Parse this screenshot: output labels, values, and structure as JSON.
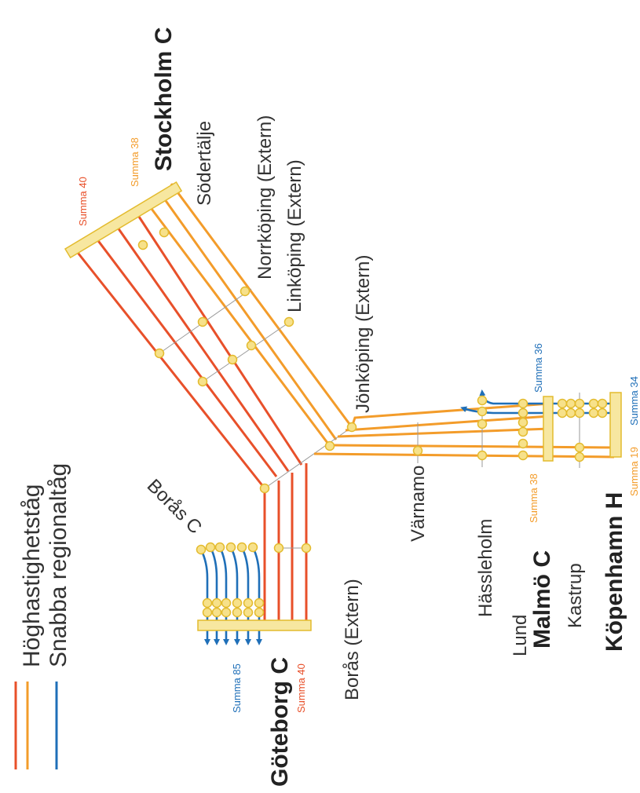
{
  "legend": {
    "items": [
      {
        "label": "Höghastighetståg",
        "colors": [
          "#e8502a",
          "#f39c2a"
        ]
      },
      {
        "label": "Snabba regionaltåg",
        "colors": [
          "#1f6fb8"
        ]
      }
    ]
  },
  "colors": {
    "high_speed": "#e8502a",
    "regional_fast": "#f39c2a",
    "regional": "#1f6fb8",
    "node_fill": "#f7e18a",
    "node_stroke": "#e3bb2e",
    "terminal_fill": "#f7e7a0"
  },
  "stations": {
    "stockholm": "Stockholm C",
    "sodertalje": "Södertälje",
    "norrkoping": "Norrköping (Extern)",
    "linkoping": "Linköping (Extern)",
    "jonkoping": "Jönköping (Extern)",
    "varnamo": "Värnamo",
    "hassleholm": "Hässleholm",
    "lund": "Lund",
    "malmo": "Malmö C",
    "kastrup": "Kastrup",
    "kopenhamn": "Köpenhamn H",
    "goteborg": "Göteborg C",
    "boras_c": "Borås C",
    "boras_extern": "Borås (Extern)"
  },
  "sums": {
    "stockholm_red": "Summa 40",
    "stockholm_orange": "Summa 38",
    "goteborg_blue": "Summa 85",
    "goteborg_red": "Summa 40",
    "malmo_blue": "Summa 36",
    "malmo_orange": "Summa 38",
    "kopenhamn_blue": "Summa 34",
    "kopenhamn_orange": "Summa 19"
  }
}
